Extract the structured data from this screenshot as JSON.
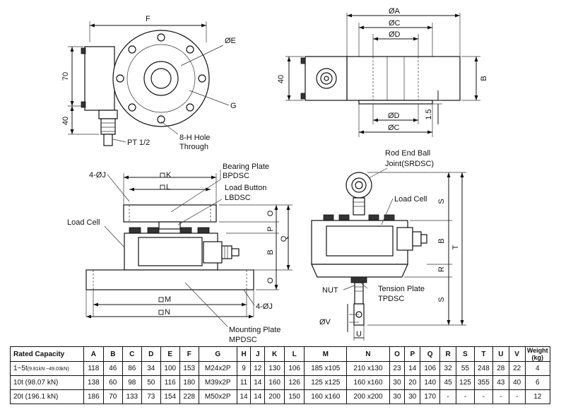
{
  "top_left_view": {
    "dim_f": "F",
    "dim_70": "70",
    "dim_40": "40",
    "phi_e": "ØE",
    "g": "G",
    "pt": "PT 1/2",
    "hole_line1": "8-H  Hole",
    "hole_line2": "Through"
  },
  "top_right_view": {
    "phi_a": "ØA",
    "phi_c_top": "ØC",
    "phi_d_top": "ØD",
    "dim_40": "40",
    "dim_b": "B",
    "phi_d_bot": "ØD",
    "phi_c_bot": "ØC",
    "dim_15": "1.5"
  },
  "assembly_left": {
    "holes_top": "4-ØJ",
    "sq_k": "K",
    "sq_l": "L",
    "bearing_plate": "Bearing Plate",
    "bpdsc": "BPDSC",
    "load_button": "Load Button",
    "lbdsc": "LBDSC",
    "load_cell": "Load Cell",
    "p": "P",
    "o_top": "O",
    "q": "Q",
    "b": "B",
    "o_bot": "O",
    "sq_m": "M",
    "sq_n": "N",
    "holes_bot": "4-ØJ",
    "mounting_plate": "Mounting Plate",
    "mpdsc": "MPDSC"
  },
  "assembly_right": {
    "rod_end": "Rod End Ball",
    "joint": "Joint(SRDSC)",
    "load_cell": "Load Cell",
    "s_top": "S",
    "b": "B",
    "t": "T",
    "r": "R",
    "s_bot": "S",
    "nut": "NUT",
    "tension_plate": "Tension Plate",
    "tpdsc": "TPDSC",
    "phi_v": "ØV",
    "u": "U"
  },
  "table": {
    "headers": [
      "Rated Capacity",
      "A",
      "B",
      "C",
      "D",
      "E",
      "F",
      "G",
      "H",
      "J",
      "K",
      "L",
      "M",
      "N",
      "O",
      "P",
      "Q",
      "R",
      "S",
      "T",
      "U",
      "V"
    ],
    "weight_line1": "Weight",
    "weight_line2": "(kg)",
    "rows": [
      {
        "cap_main": "1~5t",
        "cap_small": "(9.81kN ~49.03kN)",
        "cells": [
          "118",
          "46",
          "86",
          "34",
          "100",
          "153",
          "M24x2P",
          "9",
          "12",
          "130",
          "106",
          "185 x105",
          "210 x130",
          "23",
          "14",
          "106",
          "32",
          "55",
          "248",
          "28",
          "22",
          "4"
        ]
      },
      {
        "cap_main": "10t (98.07 kN)",
        "cap_small": "",
        "cells": [
          "138",
          "60",
          "98",
          "50",
          "116",
          "180",
          "M39x2P",
          "11",
          "14",
          "160",
          "126",
          "125 x125",
          "160 x160",
          "30",
          "20",
          "140",
          "45",
          "125",
          "355",
          "43",
          "40",
          "6"
        ]
      },
      {
        "cap_main": "20t (196.1 kN)",
        "cap_small": "",
        "cells": [
          "186",
          "70",
          "133",
          "73",
          "154",
          "228",
          "M50x2P",
          "14",
          "14",
          "200",
          "150",
          "160 x160",
          "200 x200",
          "30",
          "30",
          "170",
          "-",
          "-",
          "-",
          "-",
          "-",
          "12"
        ]
      }
    ]
  }
}
